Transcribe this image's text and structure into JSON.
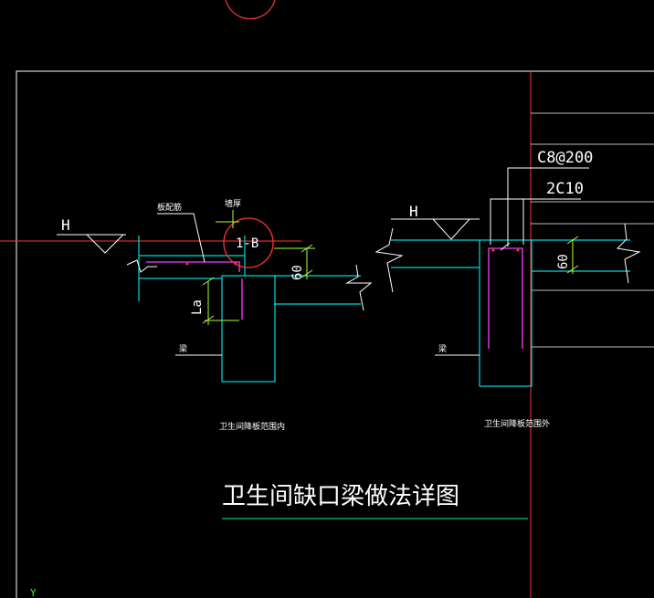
{
  "drawing": {
    "title": "卫生间缺口梁做法详图",
    "left_detail": {
      "level_mark": "H",
      "rebar_label": "板配筋",
      "wall_label": "墙厚",
      "callout": "1-B",
      "dim_offset": "60",
      "dim_anchor": "La",
      "beam_label": "梁",
      "caption": "卫生间降板范围内"
    },
    "right_detail": {
      "level_mark": "H",
      "stirrup_label": "C8@200",
      "bar_label": "2C10",
      "dim_offset": "60",
      "beam_label": "梁",
      "caption": "卫生间降板范围外"
    },
    "ucs_axis": "Y"
  },
  "colors": {
    "background": "#000000",
    "frame": "#ffffff",
    "concrete": "#00d8d8",
    "rebar": "#cc33cc",
    "dimension": "#aaff33",
    "callout_circle": "#ff3333",
    "red_axis": "#ff3333",
    "leader": "#ffffff",
    "title_underline": "#00ff66",
    "ucs": "#33ff33"
  }
}
